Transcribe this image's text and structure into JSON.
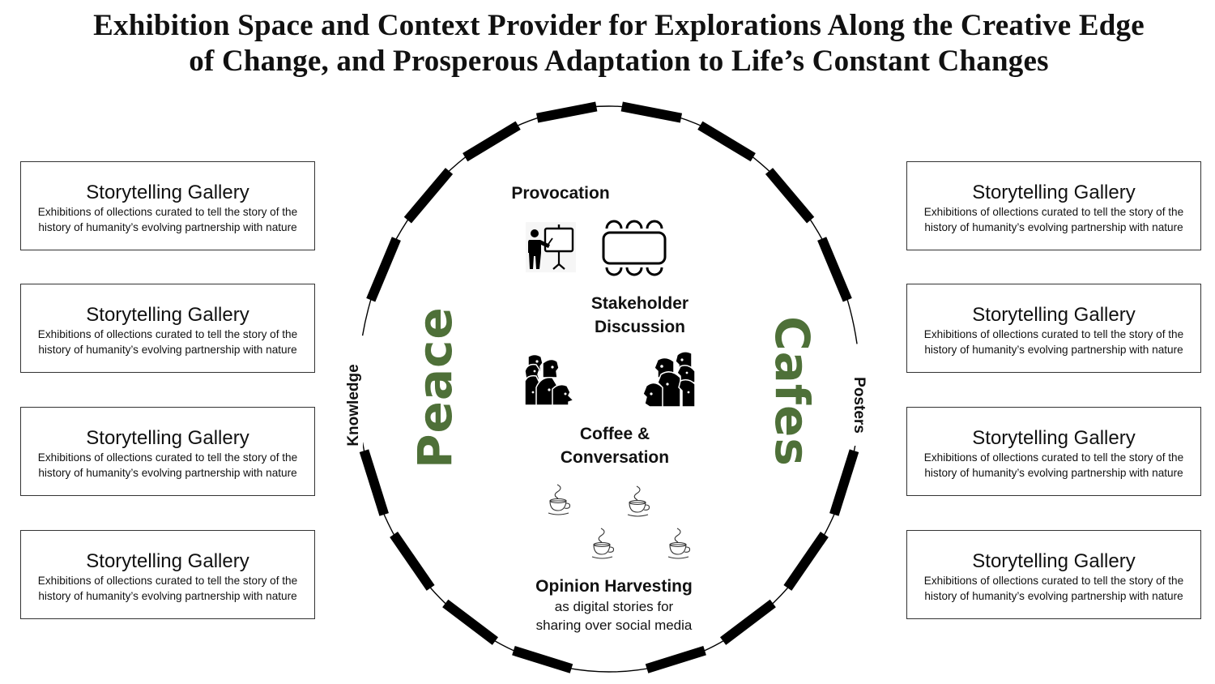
{
  "title": {
    "line1": "Exhibition Space and Context Provider for Explorations Along the Creative Edge",
    "line2": "of Change, and Prosperous Adaptation to Life’s Constant Changes"
  },
  "galleries": {
    "left": [
      {
        "title": "Storytelling Gallery",
        "desc1": "Exhibitions of ollections curated to tell the story of the",
        "desc2": "history of humanity’s evolving partnership with nature"
      },
      {
        "title": "Storytelling Gallery",
        "desc1": "Exhibitions of ollections curated to tell the story of the",
        "desc2": "history of humanity’s evolving partnership with nature"
      },
      {
        "title": "Storytelling Gallery",
        "desc1": "Exhibitions of ollections curated to tell the story of the",
        "desc2": "history of humanity’s evolving partnership with nature"
      },
      {
        "title": "Storytelling Gallery",
        "desc1": "Exhibitions of ollections curated to tell the story of the",
        "desc2": "history of humanity’s evolving partnership with nature"
      }
    ],
    "right": [
      {
        "title": "Storytelling Gallery",
        "desc1": "Exhibitions of ollections curated to tell the story of the",
        "desc2": "history of humanity’s evolving partnership with nature"
      },
      {
        "title": "Storytelling Gallery",
        "desc1": "Exhibitions of ollections curated to tell the story of the",
        "desc2": "history of humanity’s evolving partnership with nature"
      },
      {
        "title": "Storytelling Gallery",
        "desc1": "Exhibitions of ollections curated to tell the story of the",
        "desc2": "history of humanity’s evolving partnership with nature"
      },
      {
        "title": "Storytelling Gallery",
        "desc1": "Exhibitions of ollections curated to tell the story of the",
        "desc2": "history of humanity’s evolving partnership with nature"
      }
    ]
  },
  "ring": {
    "left_label": "Knowledge",
    "right_label": "Posters",
    "segment_count": 16
  },
  "center": {
    "provocation": "Provocation",
    "stakeholder_line1": "Stakeholder",
    "stakeholder_line2": "Discussion",
    "coffee_line1": "Coffee &",
    "coffee_line2": "Conversation",
    "opinion_title": "Opinion Harvesting",
    "opinion_line1": "as digital stories for",
    "opinion_line2": "sharing over social media"
  },
  "side_words": {
    "left": "Peace",
    "right": "Cafes",
    "color": "#4e7038"
  },
  "icons": {
    "presenter": "presenter-whiteboard-icon",
    "meeting_table": "meeting-table-icon",
    "crowd_left": "crowd-heads-icon",
    "crowd_right": "crowd-heads-icon",
    "coffee_cup": "coffee-cup-icon"
  }
}
